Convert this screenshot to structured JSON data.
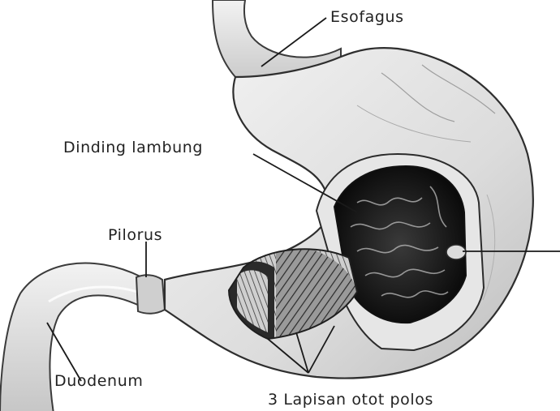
{
  "diagram": {
    "labels": {
      "esofagus": "Esofagus",
      "dinding_lambung": "Dinding lambung",
      "pilorus": "Pilorus",
      "duodenum": "Duodenum",
      "lapisan_otot": "3 Lapisan otot polos"
    }
  }
}
